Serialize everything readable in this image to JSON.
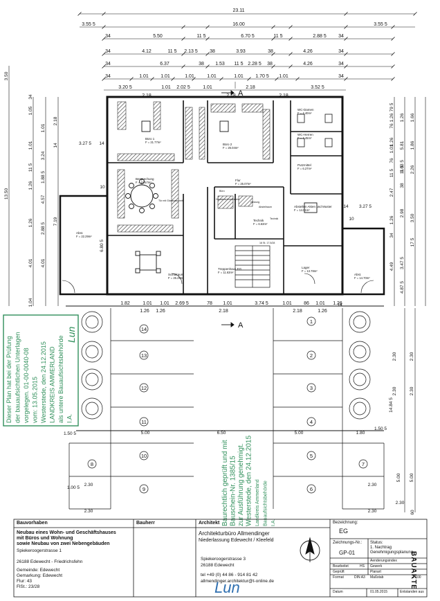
{
  "dims": {
    "overall": "23.11",
    "row1": [
      "3.55 5",
      "16.00",
      "3.55 5"
    ],
    "row2": [
      "34",
      "5.50",
      "11 5",
      "6.70 5",
      "11 5",
      "2.88 5",
      "34"
    ],
    "row3": [
      "34",
      "4.12",
      "11 5",
      "2.13 5",
      "38",
      "3.93",
      "38",
      "4.26",
      "34"
    ],
    "row4": [
      "34",
      "6.37",
      "38",
      "1.53",
      "11 5",
      "2.28 5",
      "38",
      "4.26",
      "34"
    ],
    "row5": [
      "34",
      "1.01",
      "1.01",
      "1.01",
      "1.01",
      "1.01",
      "1.70 5",
      "1.01",
      "34"
    ],
    "row6": [
      "3.20 5",
      "1.01",
      "2.02 5",
      "1.01",
      "2.18",
      "3.52 5"
    ],
    "row6b": [
      "2.18",
      "2.18",
      "2.18"
    ],
    "bottom1": [
      "1.82",
      "1.01",
      "1.01",
      "2.69 5",
      "78",
      "1.01",
      "3.74 5",
      "1.01",
      "86",
      "1.01",
      "1.26"
    ],
    "bottom2": [
      "1.26",
      "1.26",
      "2.18",
      "2.18",
      "1.26"
    ],
    "leftv": [
      "3.50",
      "13.50",
      "1.04",
      "1.05",
      "1.01",
      "2.18",
      "3.24",
      "1.01",
      "1.26",
      "4.57",
      "2.88 5",
      "7.19",
      "4.01",
      "4.01",
      "1.26",
      "1.88 5",
      "11 5",
      "34",
      "14"
    ],
    "rightv": [
      "79 5",
      "1.26",
      "1.26",
      "76",
      "5.81",
      "1.26",
      "1.66",
      "1.01",
      "1.86",
      "2.26",
      "11 5",
      "38",
      "2.47",
      "2.98",
      "3.50",
      "3.47 5",
      "4.49",
      "4.87 5",
      "17 5",
      "11 5",
      "1.03 5",
      "76",
      "1.26",
      "34"
    ],
    "parking": [
      "1.50 5",
      "5.00",
      "6.50",
      "5.00",
      "1.80",
      "1.50 5",
      "1.00 5",
      "2.30",
      "2.30",
      "14.84 5",
      "2.30",
      "2.30",
      "2.30",
      "2.30",
      "5.00",
      "5.00",
      "60",
      "2.30",
      "2.30",
      "2.30"
    ],
    "misc": [
      "3.27 5",
      "3.27 5",
      "14",
      "14",
      "10",
      "10",
      "6.80 5",
      "14"
    ]
  },
  "section_marks": [
    "A",
    "A"
  ],
  "rooms": [
    {
      "name": "Büro 1",
      "area": "F = 21.77m²"
    },
    {
      "name": "Büro 2",
      "area": "F = 26.04m²"
    },
    {
      "name": "WC-Damen",
      "area": "F = 4.40m²"
    },
    {
      "name": "WC-Herren",
      "area": "F = 4.45m²"
    },
    {
      "name": "Putzmittel",
      "area": "F = 6.27m²"
    },
    {
      "name": "Besprechung",
      "area": "F = 16.57m²"
    },
    {
      "name": "Flur",
      "area": "F = 25.07m²"
    },
    {
      "name": "Abstellen Akten und Muster",
      "area": "F = 14.01m²"
    },
    {
      "name": "Abst.",
      "area": "F = 22.29m²"
    },
    {
      "name": "Technik",
      "area": "F = 6.63m²"
    },
    {
      "name": "Sozialraum",
      "area": "F = 25.29m²"
    },
    {
      "name": "Treppenhaus EG",
      "area": "F = 11.63m²"
    },
    {
      "name": "Lager",
      "area": "F = 13.78m²"
    },
    {
      "name": "Abst.",
      "area": "F = 14.70m²"
    }
  ],
  "small_labels": [
    "Tür mit Glasausschnitt",
    "Büro",
    "Hausanschlussraum",
    "Heizung",
    "Abstellraum",
    "Technik"
  ],
  "stair_label": "16 St.\n17.5/28",
  "parking_numbers": [
    "14",
    "13",
    "12",
    "11",
    "10",
    "9",
    "8",
    "1",
    "2",
    "3",
    "4",
    "5",
    "6",
    "7"
  ],
  "stamp_left": {
    "lines": [
      "Dieser Plan hat bei der Prüfung",
      "der bauaufsichtlichen Unterlagen",
      "vorgelegen. 01-00-0040-08",
      "vom: 13.05.2015",
      "Westerstede, den 24.12.2015",
      "LANDKREIS AMMERLAND",
      "als untere Bauaufsichtsbehörde",
      "I.A."
    ],
    "signature": "Lun"
  },
  "stamp_center": {
    "lines": [
      "Baurechtlich geprüft und mit",
      "Bauschein-Nr. 1385/15",
      "zur Ausführung genehmigt.",
      "Westerstede, den 24.12.2015",
      "Landkreis Ammerland",
      "Bauaufsichtsbehörde",
      "I.A."
    ],
    "signature": "Lun"
  },
  "titleblock": {
    "bauvorhaben_label": "Bauvorhaben",
    "bauvorhaben_lines": [
      "Neubau eines Wohn- und Geschäftshauses",
      "mit Büros und Wohnung",
      "sowie Neubau von zwei Nebengebäuden"
    ],
    "address": "Spiekeroogerstrasse 1",
    "city": "26188 Edewecht - Friedrichsfehn",
    "gemeinde": "Gemeinde: Edewecht",
    "gemarkung": "Gemarkung: Edewecht",
    "flur": "Flur: 43",
    "flst": "FlSt.: 23/28",
    "bauherr_label": "Bauherr",
    "architekt_label": "Architekt",
    "arch_name": "Architekturbüro Allmendinger",
    "arch_branch": "Niederlassung Edewecht / Kleefeld",
    "arch_street": "Spiekeroogerstrasse 3",
    "arch_city": "26188 Edewecht",
    "arch_tel": "tel  +49 (0) 44 86 - 914 81 42",
    "arch_mail": "allmendinger.architektur@t-online.de",
    "bezeichnung_label": "Bezeichnung:",
    "bezeichnung": "EG",
    "zeichnungsnr_label": "Zeichnungs-Nr.:",
    "zeichnungsnr": "GP-01",
    "status_label": "Status:",
    "status_lines": [
      "1. Nachtrag",
      "Genehmigungsplanung"
    ],
    "rows": [
      {
        "k": "Bearbeitet",
        "v": "HS",
        "k2": "Gewerk",
        "v2": "-"
      },
      {
        "k": "Geprüft",
        "v": "",
        "k2": "Planart",
        "v2": "-"
      },
      {
        "k": "Format",
        "v": "DIN A3",
        "k2": "Maßstab",
        "v2": "1:100"
      }
    ],
    "aenderung_label": "Aenderungsindex",
    "aenderung_value": "-",
    "datum_label": "Datum",
    "datum_value": "01.05.2015",
    "entstanden_label": "Entstanden aus",
    "side_text": "BAUAKTE"
  },
  "colors": {
    "stamp": "#2f8f5a",
    "ink": "#111111",
    "hatch": "#444444"
  }
}
